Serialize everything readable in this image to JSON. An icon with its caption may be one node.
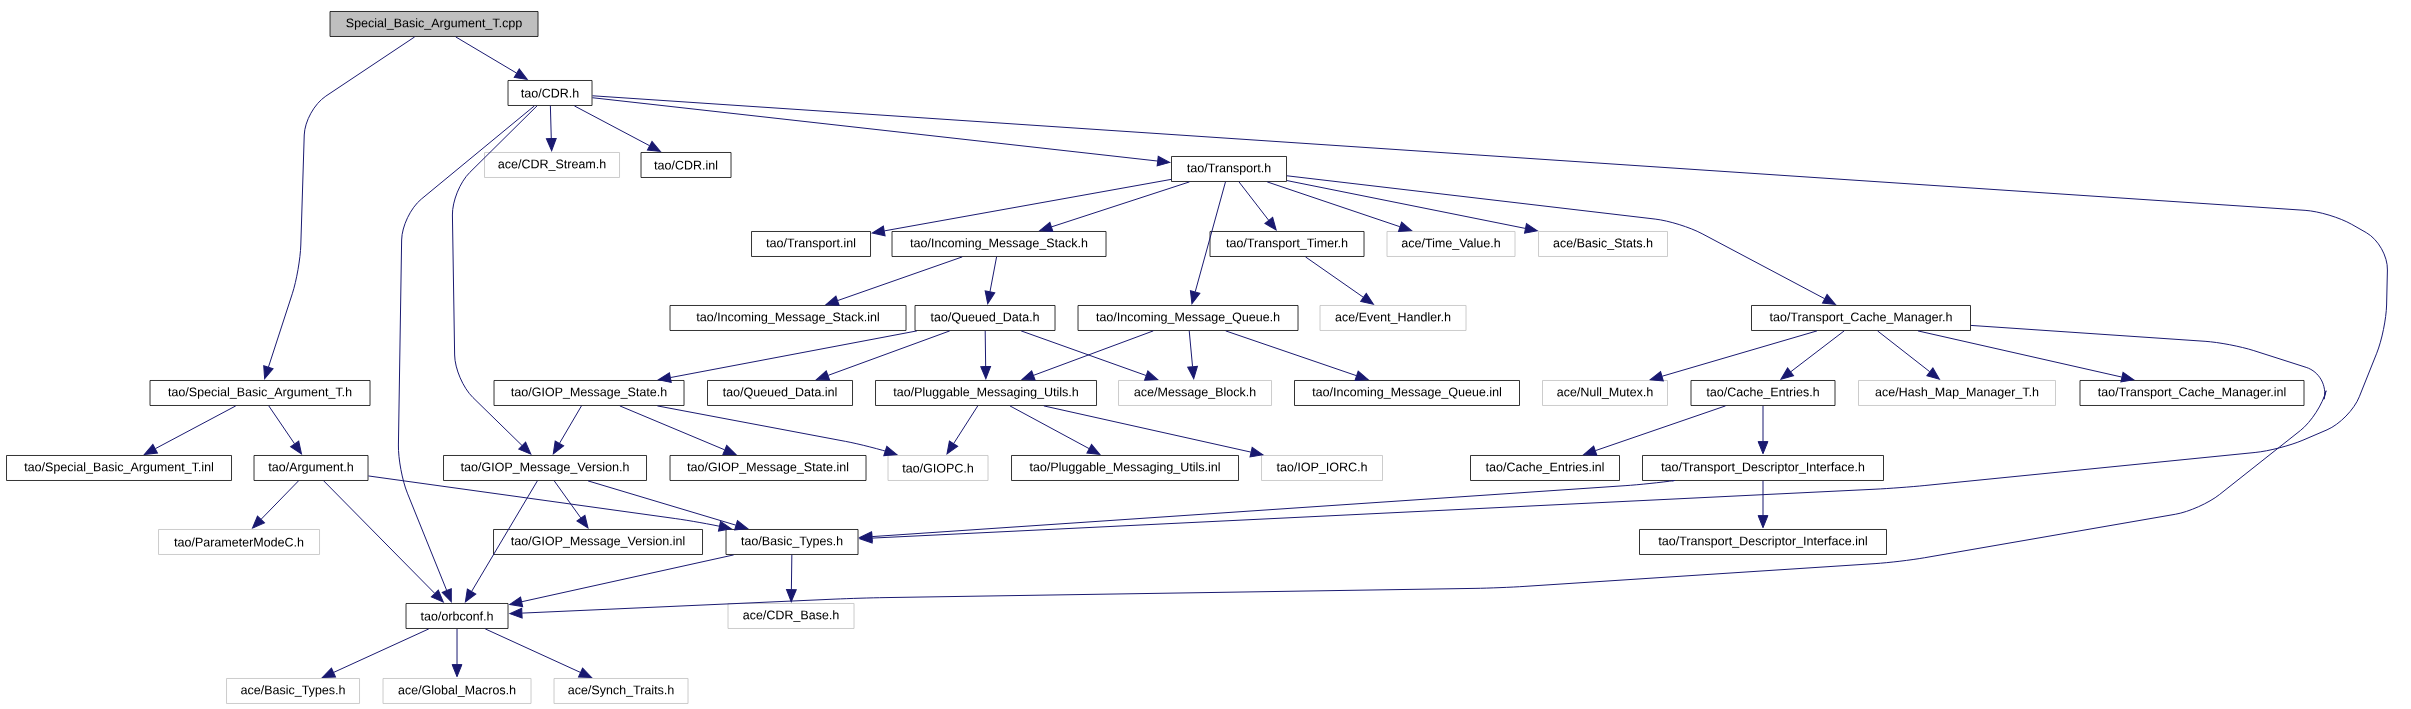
{
  "diagram": {
    "nodes": [
      {
        "text": [
          "Special_Basic_Argument_T.cpp"
        ]
      },
      {
        "text": [
          "tao/CDR.h"
        ]
      },
      {
        "text": [
          "ace/CDR_Stream.h"
        ]
      },
      {
        "text": [
          "tao/CDR.inl"
        ]
      },
      {
        "text": [
          "tao/Transport.h"
        ]
      },
      {
        "text": [
          "tao/Transport.inl"
        ]
      },
      {
        "text": [
          "tao/Incoming_Message_Stack.h"
        ]
      },
      {
        "text": [
          "tao/Transport_Timer.h"
        ]
      },
      {
        "text": [
          "ace/Time_Value.h"
        ]
      },
      {
        "text": [
          "ace/Basic_Stats.h"
        ]
      },
      {
        "text": [
          "tao/Transport_Cache_Manager.h"
        ]
      },
      {
        "text": [
          "tao/Incoming_Message_Stack.inl"
        ]
      },
      {
        "text": [
          "tao/Queued_Data.h"
        ]
      },
      {
        "text": [
          "tao/Incoming_Message_Queue.h"
        ]
      },
      {
        "text": [
          "ace/Event_Handler.h"
        ]
      },
      {
        "text": [
          "tao/GIOP_Message_State.h"
        ]
      },
      {
        "text": [
          "tao/Queued_Data.inl"
        ]
      },
      {
        "text": [
          "tao/Pluggable_Messaging_Utils.h"
        ]
      },
      {
        "text": [
          "ace/Message_Block.h"
        ]
      },
      {
        "text": [
          "tao/Incoming_Message_Queue.inl"
        ]
      },
      {
        "text": [
          "ace/Null_Mutex.h"
        ]
      },
      {
        "text": [
          "tao/Cache_Entries.h"
        ]
      },
      {
        "text": [
          "ace/Hash_Map_Manager_T.h"
        ]
      },
      {
        "text": [
          "tao/Transport_Cache_Manager.inl"
        ]
      },
      {
        "text": [
          "tao/Special_Basic_Argument_T.h"
        ]
      },
      {
        "text": [
          "tao/Special_Basic_Argument_T.inl"
        ]
      },
      {
        "text": [
          "tao/Argument.h"
        ]
      },
      {
        "text": [
          "tao/GIOP_Message_Version.h"
        ]
      },
      {
        "text": [
          "tao/GIOP_Message_State.inl"
        ]
      },
      {
        "text": [
          "tao/GIOPC.h"
        ]
      },
      {
        "text": [
          "tao/Pluggable_Messaging_Utils.inl"
        ]
      },
      {
        "text": [
          "tao/IOP_IORC.h"
        ]
      },
      {
        "text": [
          "tao/Cache_Entries.inl"
        ]
      },
      {
        "text": [
          "tao/Transport_Descriptor_Interface.h"
        ]
      },
      {
        "text": [
          "tao/ParameterModeC.h"
        ]
      },
      {
        "text": [
          "tao/GIOP_Message_Version.inl"
        ]
      },
      {
        "text": [
          "tao/Basic_Types.h"
        ]
      },
      {
        "text": [
          "tao/Transport_Descriptor_Interface.inl"
        ]
      },
      {
        "text": [
          "tao/orbconf.h"
        ]
      },
      {
        "text": [
          "ace/CDR_Base.h"
        ]
      },
      {
        "text": [
          "ace/Basic_Types.h"
        ]
      },
      {
        "text": [
          "ace/Global_Macros.h"
        ]
      },
      {
        "text": [
          "ace/Synch_Traits.h"
        ]
      }
    ],
    "edges": [
      {
        "from": 0,
        "to": 1,
        "arrow": "to"
      },
      {
        "from": 0,
        "to": 24,
        "arrow": "to"
      },
      {
        "from": 1,
        "to": 2,
        "arrow": "to"
      },
      {
        "from": 1,
        "to": 3,
        "arrow": "to"
      },
      {
        "from": 1,
        "to": 4,
        "arrow": "to"
      },
      {
        "from": 1,
        "to": 38,
        "arrow": "to"
      },
      {
        "from": 1,
        "to": 27,
        "arrow": "to"
      },
      {
        "from": 1,
        "to": 36,
        "arrow": "to"
      },
      {
        "from": 4,
        "to": 5,
        "arrow": "to"
      },
      {
        "from": 4,
        "to": 6,
        "arrow": "to"
      },
      {
        "from": 4,
        "to": 13,
        "arrow": "to"
      },
      {
        "from": 4,
        "to": 7,
        "arrow": "to"
      },
      {
        "from": 4,
        "to": 8,
        "arrow": "to"
      },
      {
        "from": 4,
        "to": 9,
        "arrow": "to"
      },
      {
        "from": 4,
        "to": 10,
        "arrow": "to"
      },
      {
        "from": 6,
        "to": 11,
        "arrow": "to"
      },
      {
        "from": 6,
        "to": 12,
        "arrow": "to"
      },
      {
        "from": 7,
        "to": 14,
        "arrow": "to"
      },
      {
        "from": 12,
        "to": 15,
        "arrow": "to"
      },
      {
        "from": 12,
        "to": 16,
        "arrow": "to"
      },
      {
        "from": 12,
        "to": 17,
        "arrow": "to"
      },
      {
        "from": 12,
        "to": 18,
        "arrow": "to"
      },
      {
        "from": 13,
        "to": 17,
        "arrow": "to"
      },
      {
        "from": 13,
        "to": 18,
        "arrow": "to"
      },
      {
        "from": 13,
        "to": 19,
        "arrow": "to"
      },
      {
        "from": 10,
        "to": 20,
        "arrow": "to"
      },
      {
        "from": 10,
        "to": 21,
        "arrow": "to"
      },
      {
        "from": 10,
        "to": 22,
        "arrow": "to"
      },
      {
        "from": 10,
        "to": 23,
        "arrow": "to"
      },
      {
        "from": 10,
        "to": 38,
        "arrow": "to"
      },
      {
        "from": 15,
        "to": 27,
        "arrow": "to"
      },
      {
        "from": 15,
        "to": 28,
        "arrow": "to"
      },
      {
        "from": 15,
        "to": 29,
        "arrow": "to"
      },
      {
        "from": 17,
        "to": 29,
        "arrow": "to"
      },
      {
        "from": 17,
        "to": 30,
        "arrow": "to"
      },
      {
        "from": 17,
        "to": 31,
        "arrow": "to"
      },
      {
        "from": 21,
        "to": 32,
        "arrow": "to"
      },
      {
        "from": 21,
        "to": 33,
        "arrow": "to"
      },
      {
        "from": 33,
        "to": 37,
        "arrow": "to"
      },
      {
        "from": 33,
        "to": 36,
        "arrow": "to"
      },
      {
        "from": 24,
        "to": 25,
        "arrow": "to"
      },
      {
        "from": 24,
        "to": 26,
        "arrow": "to"
      },
      {
        "from": 26,
        "to": 34,
        "arrow": "to"
      },
      {
        "from": 26,
        "to": 38,
        "arrow": "to"
      },
      {
        "from": 26,
        "to": 36,
        "arrow": "to"
      },
      {
        "from": 27,
        "to": 35,
        "arrow": "to"
      },
      {
        "from": 27,
        "to": 36,
        "arrow": "to"
      },
      {
        "from": 27,
        "to": 38,
        "arrow": "to"
      },
      {
        "from": 36,
        "to": 38,
        "arrow": "to"
      },
      {
        "from": 36,
        "to": 39,
        "arrow": "to"
      },
      {
        "from": 38,
        "to": 40,
        "arrow": "to"
      },
      {
        "from": 38,
        "to": 41,
        "arrow": "to"
      },
      {
        "from": 38,
        "to": 42,
        "arrow": "to"
      }
    ]
  }
}
